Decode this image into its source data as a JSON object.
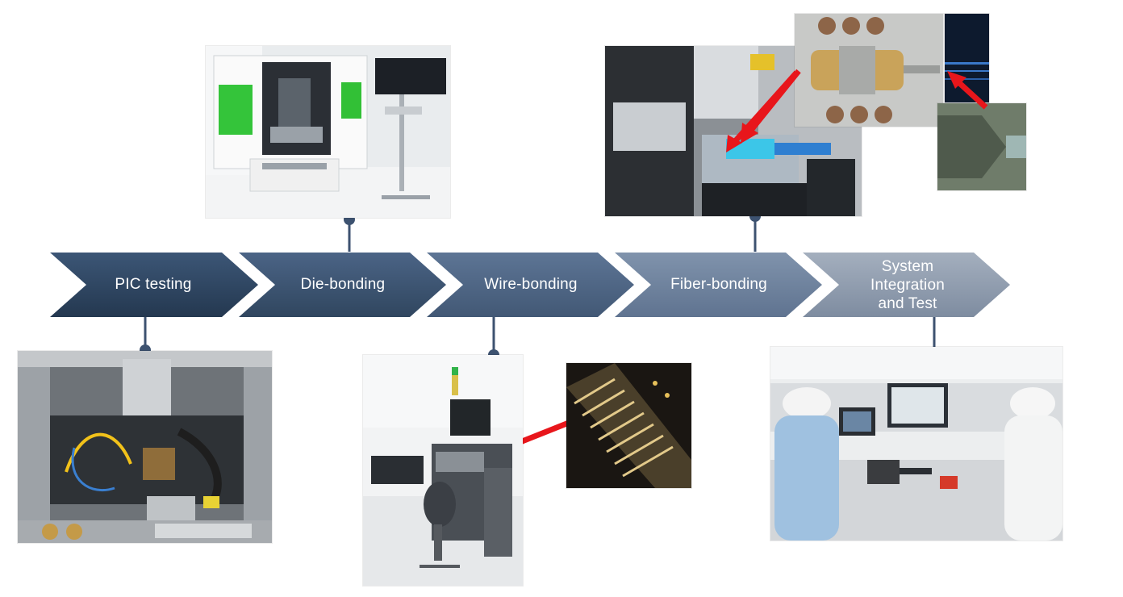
{
  "process_steps": [
    {
      "id": "pic-testing",
      "lines": [
        "PIC testing"
      ],
      "color": "#2f4560"
    },
    {
      "id": "die-bonding",
      "lines": [
        "Die-bonding"
      ],
      "color": "#3c536f"
    },
    {
      "id": "wire-bonding",
      "lines": [
        "Wire-bonding"
      ],
      "color": "#4f6683"
    },
    {
      "id": "fiber-bonding",
      "lines": [
        "Fiber-bonding"
      ],
      "color": "#6f819a"
    },
    {
      "id": "system-integration",
      "lines": [
        "System",
        "Integration",
        "and Test"
      ],
      "color": "#8e9bad"
    }
  ],
  "photos": [
    {
      "id": "pic-testing-machine",
      "step": "pic-testing"
    },
    {
      "id": "die-bonding-machine",
      "step": "die-bonding"
    },
    {
      "id": "wire-bonding-machine",
      "step": "wire-bonding"
    },
    {
      "id": "wire-bonds-closeup",
      "step": "wire-bonding"
    },
    {
      "id": "fiber-bonding-stage",
      "step": "fiber-bonding"
    },
    {
      "id": "fiber-ferrule-closeup",
      "step": "fiber-bonding"
    },
    {
      "id": "fiber-tip-closeup",
      "step": "fiber-bonding"
    },
    {
      "id": "system-test-lab",
      "step": "system-integration"
    }
  ],
  "colors": {
    "connector": "#3d5270",
    "arrow_highlight": "#e8161b"
  }
}
